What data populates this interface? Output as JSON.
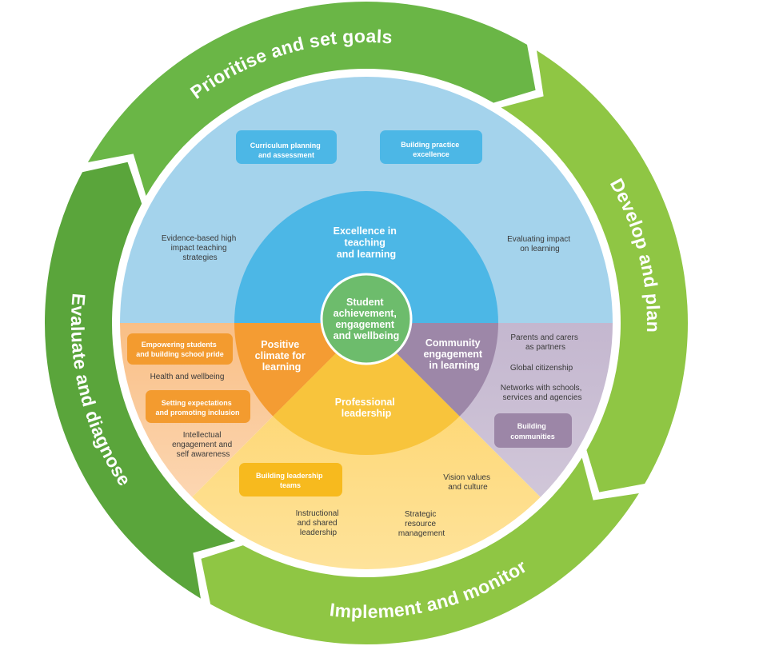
{
  "cycle": {
    "prioritise": "Prioritise and set goals",
    "develop": "Develop and plan",
    "implement": "Implement and monitor",
    "evaluate": "Evaluate and diagnose"
  },
  "core": {
    "lines": [
      "Student",
      "achievement,",
      "engagement",
      "and wellbeing"
    ]
  },
  "priorities": {
    "teaching": {
      "lines": [
        "Excellence in",
        "teaching",
        "and learning"
      ]
    },
    "climate": {
      "lines": [
        "Positive",
        "climate for",
        "learning"
      ]
    },
    "leadership": {
      "lines": [
        "Professional",
        "leadership"
      ]
    },
    "community": {
      "lines": [
        "Community",
        "engagement",
        "in learning"
      ]
    }
  },
  "dimensions": {
    "teaching": {
      "boxed": [
        [
          "Curriculum planning",
          "and assessment"
        ],
        [
          "Building practice",
          "excellence"
        ]
      ],
      "text": [
        [
          "Evidence-based high",
          "impact teaching",
          "strategies"
        ],
        [
          "Evaluating impact",
          "on learning"
        ]
      ]
    },
    "climate": {
      "boxed": [
        [
          "Empowering students",
          "and building school pride"
        ],
        [
          "Setting expectations",
          "and promoting inclusion"
        ]
      ],
      "text": [
        [
          "Health and wellbeing"
        ],
        [
          "Intellectual",
          "engagement and",
          "self awareness"
        ]
      ]
    },
    "leadership": {
      "boxed": [
        [
          "Building leadership",
          "teams"
        ]
      ],
      "text": [
        [
          "Vision values",
          "and culture"
        ],
        [
          "Instructional",
          "and shared",
          "leadership"
        ],
        [
          "Strategic",
          "resource",
          "management"
        ]
      ]
    },
    "community": {
      "boxed": [
        [
          "Building",
          "communities"
        ]
      ],
      "text": [
        [
          "Parents and carers",
          "as partners"
        ],
        [
          "Global citizenship"
        ],
        [
          "Networks with schools,",
          "services and agencies"
        ]
      ]
    }
  },
  "colors": {
    "prioritise": "#6ab646",
    "develop": "#8fc644",
    "implement": "#8fc644",
    "evaluate": "#5aa53b",
    "teaching_outer": "#a4d3ec",
    "teaching": "#4cb7e6",
    "teaching_box": "#4cb7e6",
    "climate_outer": "#f9bf86",
    "climate_outer_light": "#fde0c4",
    "climate": "#f49c33",
    "climate_box": "#f39b2f",
    "leadership_outer": "#fdd264",
    "leadership_outer_light": "#fee39b",
    "leadership": "#f8c43c",
    "leadership_box": "#f7ba1e",
    "community_outer": "#c4b7cf",
    "community_outer_light": "#d6cddd",
    "community": "#9d87a8",
    "community_box": "#9c86a7",
    "core": "#6dbc6c"
  }
}
